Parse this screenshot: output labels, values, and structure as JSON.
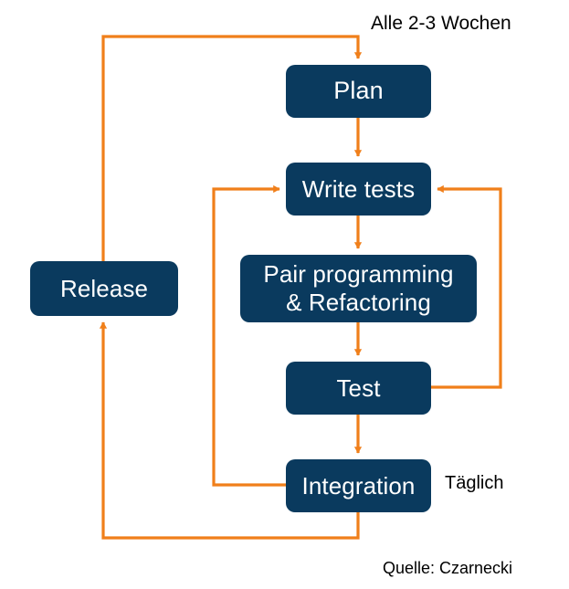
{
  "diagram": {
    "title": "Agile development cycle (XP) flow diagram",
    "colors": {
      "node_fill": "#0A3A5E",
      "node_text": "#FFFFFF",
      "connector": "#F07F1A",
      "annotation_text": "#000000",
      "background": "#FFFFFF"
    },
    "nodes": [
      {
        "id": "plan",
        "label": "Plan"
      },
      {
        "id": "write_tests",
        "label": "Write tests"
      },
      {
        "id": "pair",
        "label": "Pair programming\n& Refactoring"
      },
      {
        "id": "test",
        "label": "Test"
      },
      {
        "id": "integration",
        "label": "Integration"
      },
      {
        "id": "release",
        "label": "Release"
      }
    ],
    "annotations": [
      {
        "id": "cadence_weeks",
        "label": "Alle 2-3 Wochen"
      },
      {
        "id": "cadence_daily",
        "label": "Täglich"
      },
      {
        "id": "source",
        "label": "Quelle: Czarnecki"
      }
    ],
    "edges": [
      {
        "id": "plan_to_write_tests",
        "from": "plan",
        "to": "write_tests",
        "kind": "straight-down"
      },
      {
        "id": "write_tests_to_pair",
        "from": "write_tests",
        "to": "pair",
        "kind": "straight-down"
      },
      {
        "id": "pair_to_test",
        "from": "pair",
        "to": "test",
        "kind": "straight-down"
      },
      {
        "id": "test_to_integration",
        "from": "test",
        "to": "integration",
        "kind": "straight-down"
      },
      {
        "id": "test_to_write_tests",
        "from": "test",
        "to": "write_tests",
        "kind": "right-loop"
      },
      {
        "id": "integration_to_write_tests",
        "from": "integration",
        "to": "write_tests",
        "kind": "left-inner-loop"
      },
      {
        "id": "integration_to_release",
        "from": "integration",
        "to": "release",
        "kind": "bottom-outer-loop"
      },
      {
        "id": "release_to_plan",
        "from": "release",
        "to": "plan",
        "kind": "top-outer-loop"
      }
    ]
  }
}
